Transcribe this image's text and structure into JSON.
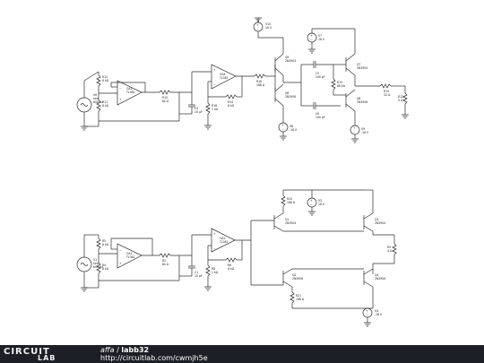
{
  "circuit_top": {
    "components": {
      "V6": [
        "V6",
        "sine",
        "600 Hz"
      ],
      "R12": [
        "R12",
        "8 kΩ"
      ],
      "R11": [
        "R11",
        "8 kΩ"
      ],
      "OA1": [
        "OA1",
        "TL081"
      ],
      "R10": [
        "R10",
        "8k Ω"
      ],
      "C4": [
        "C4",
        "10 µF"
      ],
      "R18": [
        "R18",
        "1 kΩ"
      ],
      "R14": [
        "R14",
        "8 kΩ"
      ],
      "OA4": [
        "OA4",
        "TL081"
      ],
      "R16": [
        "R16",
        "168 Ω"
      ],
      "V10": [
        "V10",
        "16 V"
      ],
      "Q5": [
        "Q5",
        "2N3904"
      ],
      "Q6": [
        "Q6",
        "2N3906"
      ],
      "V8": [
        "V8",
        "-16 V"
      ],
      "C5": [
        "C5",
        "100 pF"
      ],
      "C6": [
        "C6",
        "100 pF"
      ],
      "R15": [
        "R15",
        "68 kΩ"
      ],
      "V7": [
        "V7",
        "16 V"
      ],
      "Q7": [
        "Q7",
        "2N3904"
      ],
      "Q8": [
        "Q8",
        "2N3906"
      ],
      "V9": [
        "V9",
        "-16 V"
      ],
      "R19": [
        "R19",
        "32 Ω"
      ],
      "R12b": [
        "R12",
        "4 Ω"
      ]
    }
  },
  "circuit_bottom": {
    "components": {
      "V1": [
        "V1",
        "sine",
        "600 Hz"
      ],
      "R5": [
        "R5",
        "8 kΩ"
      ],
      "R4": [
        "R4",
        "8 kΩ"
      ],
      "OA1": [
        "OA1",
        "TL081"
      ],
      "R2": [
        "R2",
        "8k Ω"
      ],
      "C1": [
        "C1",
        "10 µF"
      ],
      "R8": [
        "R8",
        "1 kΩ"
      ],
      "R6": [
        "R6",
        "8 kΩ"
      ],
      "OA2": [
        "OA2",
        "TL081"
      ],
      "R20": [
        "R20",
        "168 Ω"
      ],
      "V3": [
        "V3",
        "16 V"
      ],
      "Q1": [
        "Q1",
        "2N3904"
      ],
      "Q3": [
        "Q3",
        "2N3904"
      ],
      "R9": [
        "R9",
        "4 Ω"
      ],
      "Q2": [
        "Q2",
        "2N3906"
      ],
      "Q4": [
        "Q4",
        "2N3906"
      ],
      "R21": [
        "R21",
        "168 Ω"
      ],
      "V4": [
        "V4",
        "-16 V"
      ]
    }
  },
  "footer": {
    "brand_line1": "CIRCUIT",
    "brand_line2": "LAB",
    "author": "affa",
    "separator": " / ",
    "project": "labb32",
    "url": "http://circuitlab.com/cwmjh5e"
  },
  "colors": {
    "wire": "#2b2b2b",
    "footer_bg": "#1c1f26",
    "footer_text": "#ffffff"
  }
}
